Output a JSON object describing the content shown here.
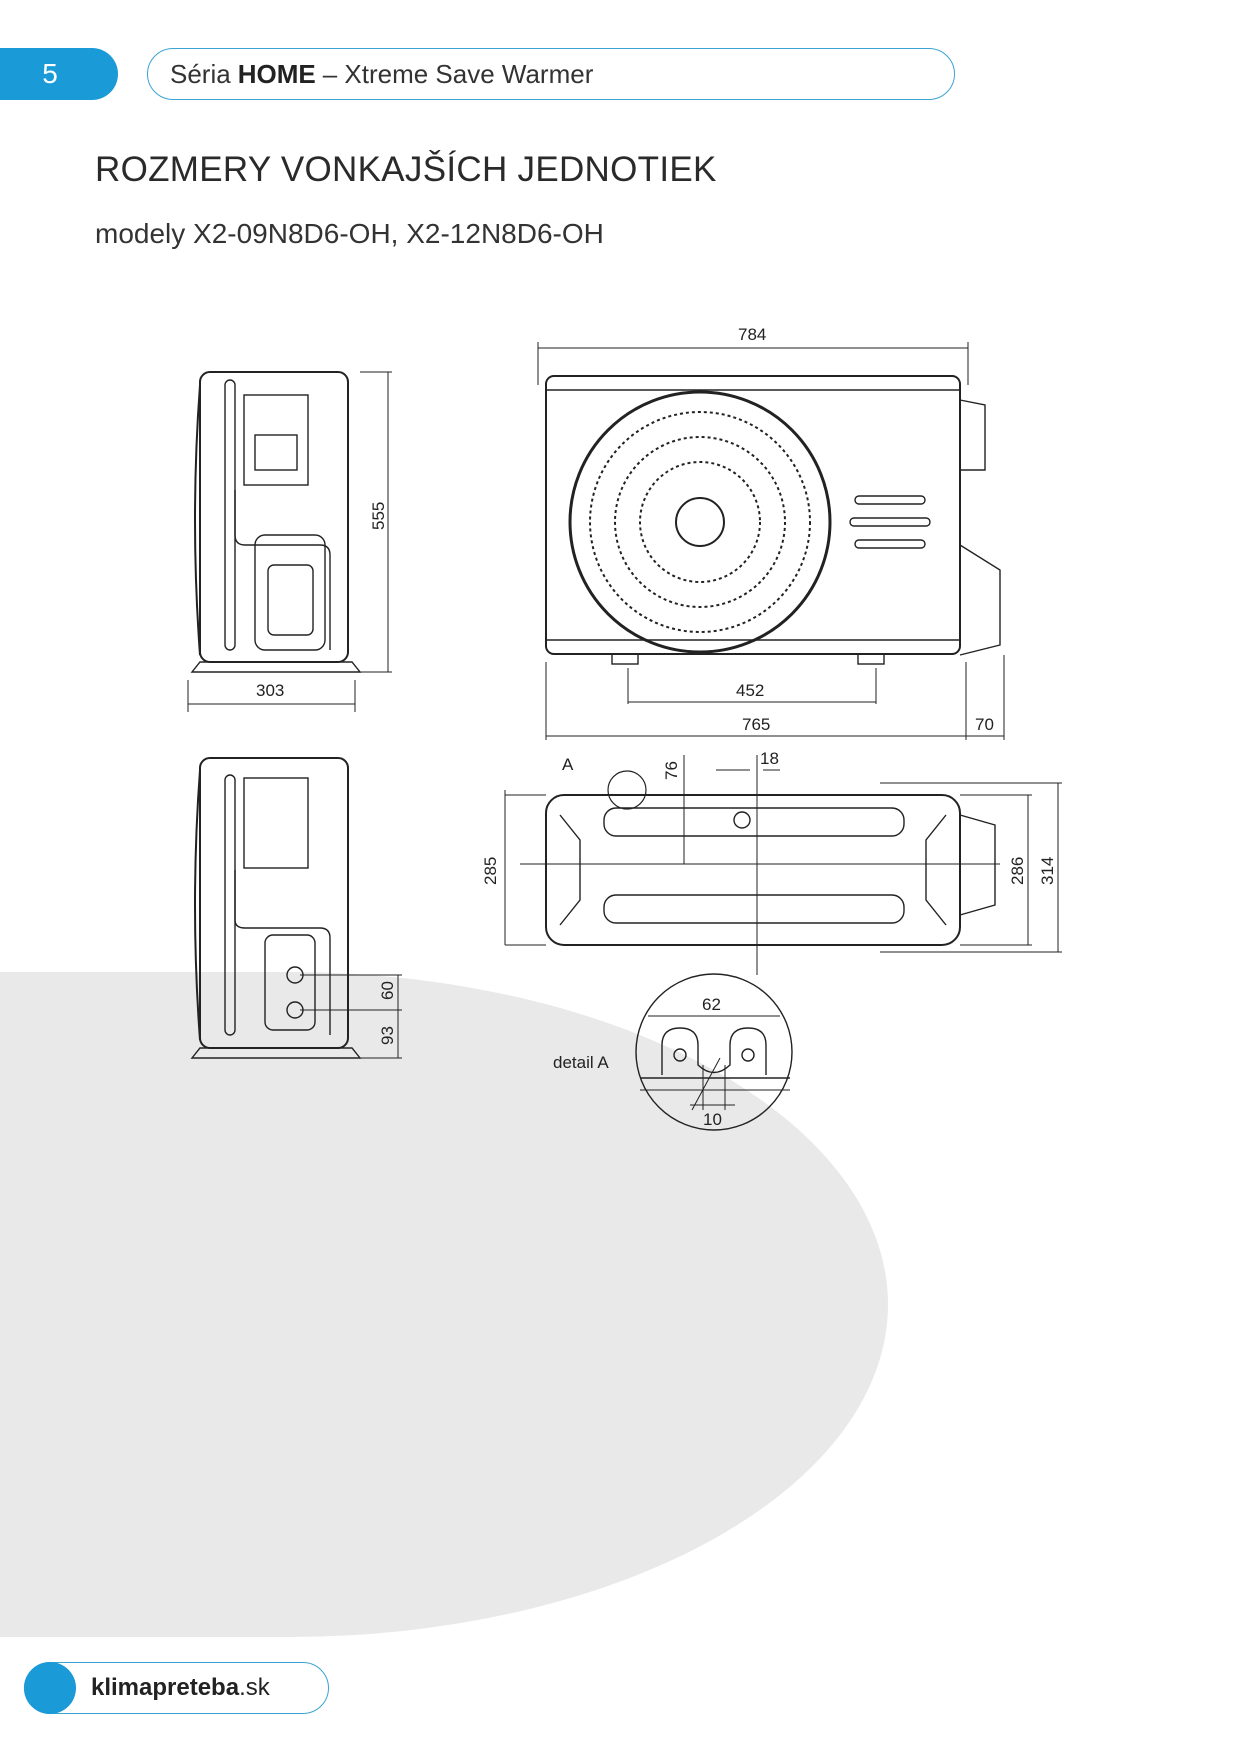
{
  "header": {
    "page_number": "5",
    "series_prefix": "Séria",
    "series_name": "HOME",
    "series_suffix": "– Xtreme Save Warmer"
  },
  "page": {
    "title": "ROZMERY VONKAJŠÍCH JEDNOTIEK",
    "subtitle": "modely X2-09N8D6-OH, X2-12N8D6-OH"
  },
  "drawing": {
    "side_view": {
      "height": "555",
      "depth": "303"
    },
    "front_view": {
      "width_total": "784",
      "foot_spacing": "452",
      "body_width": "765",
      "valve_protrusion": "70"
    },
    "rear_view": {
      "valve_spacing": "60",
      "valve_height": "93"
    },
    "top_view": {
      "label_a": "A",
      "hole_offset_y": "76",
      "hole_offset_x": "18",
      "depth_body": "285",
      "depth_feet": "286",
      "depth_total": "314"
    },
    "detail": {
      "label": "detail A",
      "width": "62",
      "slot": "10"
    }
  },
  "footer": {
    "brand_bold": "klimapreteba",
    "brand_tld": ".sk"
  },
  "colors": {
    "accent": "#1a9ad6",
    "background_shape": "#e9e9ea"
  }
}
